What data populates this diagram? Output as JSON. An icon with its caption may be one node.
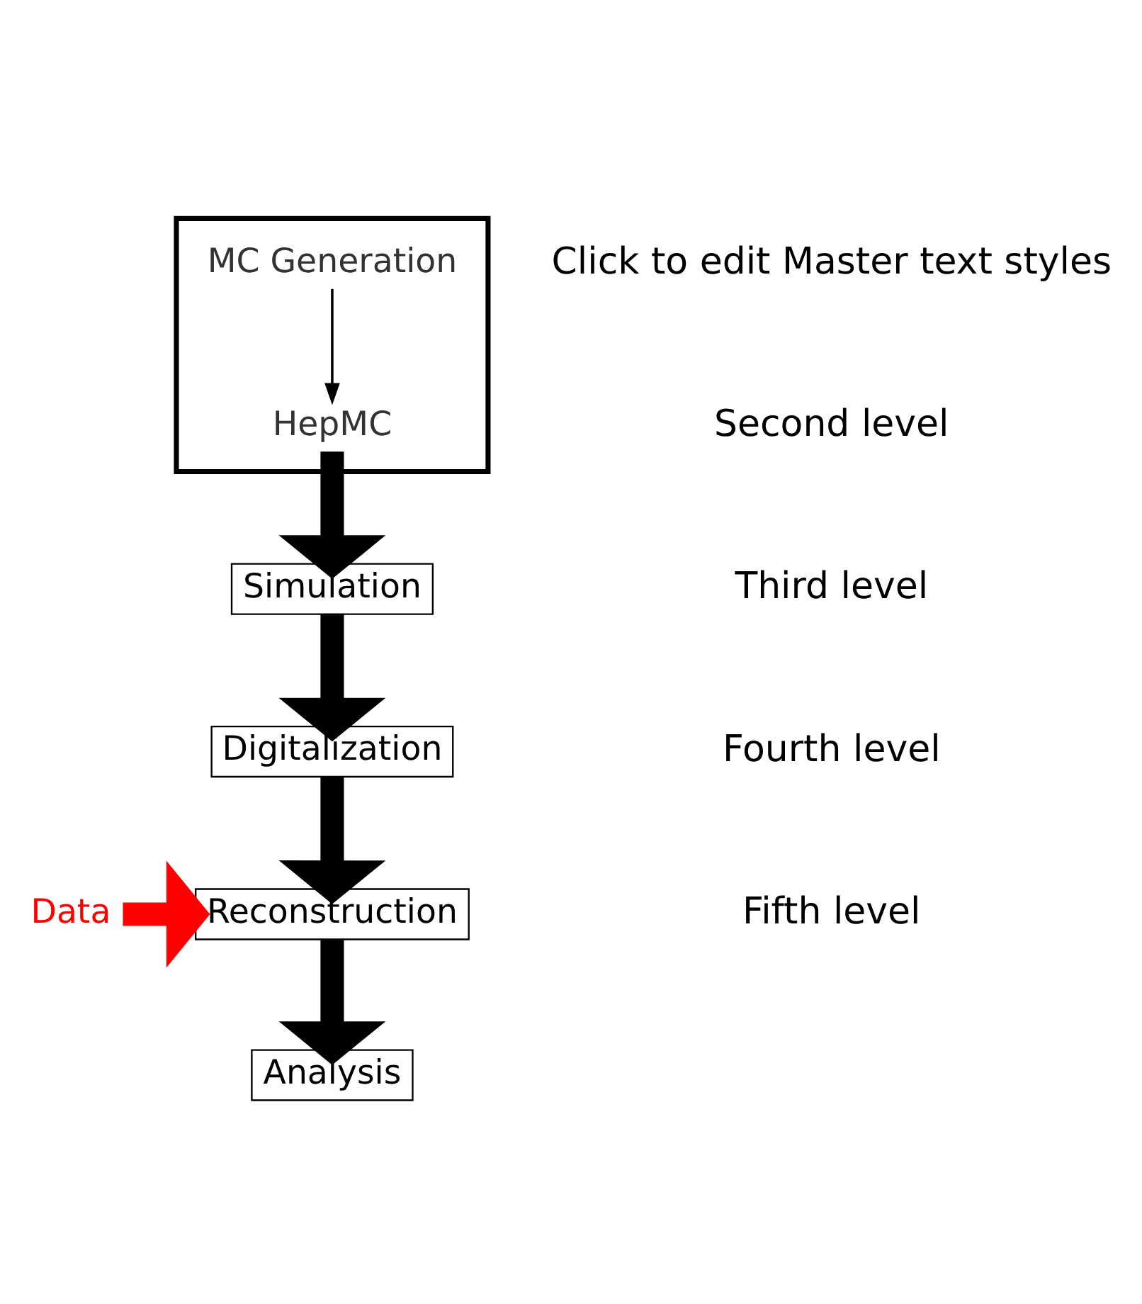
{
  "diagram": {
    "nodes": [
      {
        "text": [],
        "shape": "box"
      },
      {
        "text": [
          "MC Generation"
        ],
        "in": 0
      },
      {
        "text": [
          "HepMC"
        ],
        "in": 0
      },
      {
        "text": [
          "Simulation"
        ]
      },
      {
        "text": [
          "Digitalization"
        ]
      },
      {
        "text": [
          "Data"
        ]
      },
      {
        "text": [
          "Reconstruction"
        ]
      },
      {
        "text": [
          "Analysis"
        ]
      }
    ],
    "edges": [
      {
        "from": 1,
        "to": 2,
        "arrow": "to"
      },
      {
        "from": 2,
        "to": 3,
        "arrow": "to"
      },
      {
        "from": 3,
        "to": 4,
        "arrow": "to"
      },
      {
        "from": 4,
        "to": 6,
        "arrow": "to"
      },
      {
        "from": 5,
        "to": 6,
        "arrow": "to",
        "color": "#ff0000"
      },
      {
        "from": 6,
        "to": 7,
        "arrow": "to"
      }
    ],
    "labels": [
      "Click to edit Master text styles",
      "Second level",
      "Third level",
      "Fourth level",
      "Fifth level"
    ]
  }
}
